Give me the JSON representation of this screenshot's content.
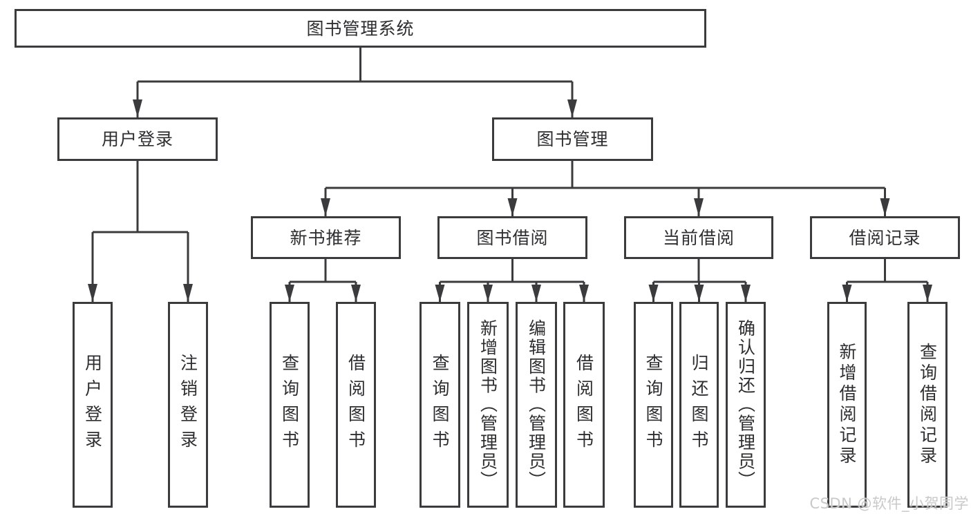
{
  "diagram": {
    "root": {
      "label": "图书管理系统"
    },
    "level2": [
      {
        "label": "用户登录"
      },
      {
        "label": "图书管理"
      }
    ],
    "level3": [
      {
        "label": "新书推荐"
      },
      {
        "label": "图书借阅"
      },
      {
        "label": "当前借阅"
      },
      {
        "label": "借阅记录"
      }
    ],
    "leaves": {
      "user_login": [
        "用户登录",
        "注销登录"
      ],
      "new_book": [
        "查询图书",
        "借阅图书"
      ],
      "book_borrow": [
        "查询图书",
        "新增图书（管理员）",
        "编辑图书（管理员）",
        "借阅图书"
      ],
      "current_borrow": [
        "查询图书",
        "归还图书",
        "确认归还（管理员）"
      ],
      "borrow_record": [
        "新增借阅记录",
        "查询借阅记录"
      ]
    }
  },
  "watermark": {
    "text": "CSDN @软件_小贺同学"
  },
  "colors": {
    "line": "#3b3b3d",
    "text": "#2e2e30",
    "watermark": "#c9c9c9",
    "background": "#ffffff"
  }
}
